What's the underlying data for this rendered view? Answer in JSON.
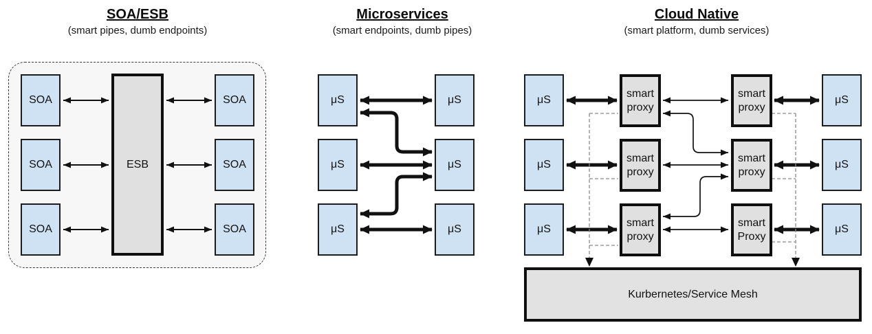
{
  "diagram": {
    "soa_esb": {
      "title": "SOA/ESB",
      "subtitle": "(smart pipes, dumb endpoints)",
      "left_boxes": [
        "SOA",
        "SOA",
        "SOA"
      ],
      "right_boxes": [
        "SOA",
        "SOA",
        "SOA"
      ],
      "bus_label": "ESB"
    },
    "microservices": {
      "title": "Microservices",
      "subtitle": "(smart endpoints, dumb pipes)",
      "left_boxes": [
        "μS",
        "μS",
        "μS"
      ],
      "right_boxes": [
        "μS",
        "μS",
        "μS"
      ]
    },
    "cloud_native": {
      "title": "Cloud Native",
      "subtitle": "(smart platform, dumb services)",
      "outer_left_boxes": [
        "μS",
        "μS",
        "μS"
      ],
      "proxy_left_boxes": [
        "smart proxy",
        "smart proxy",
        "smart proxy"
      ],
      "proxy_right_boxes": [
        "smart proxy",
        "smart proxy",
        "smart Proxy"
      ],
      "outer_right_boxes": [
        "μS",
        "μS",
        "μS"
      ],
      "platform_label": "Kurbernetes/Service Mesh"
    },
    "colors": {
      "service_fill": "#cfe2f3",
      "infra_fill": "#e0e0e0",
      "panel_fill": "#f7f7f7",
      "line": "#111111",
      "dashed_line": "#8a8a8a"
    }
  }
}
